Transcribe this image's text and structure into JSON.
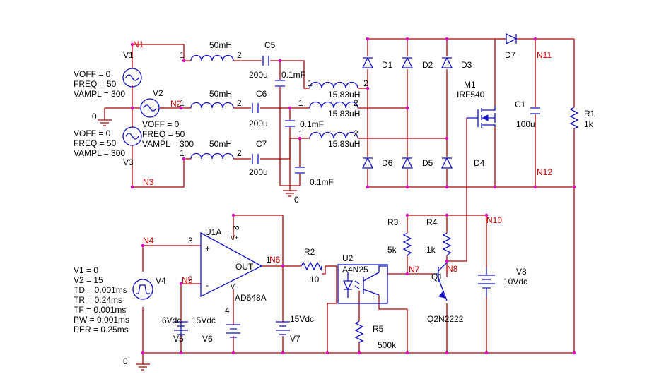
{
  "schematic": {
    "nets": {
      "n1": "N1",
      "n2": "N2",
      "n3": "N3",
      "n4": "N4",
      "n5": "N5",
      "n6": "N6",
      "n7": "N7",
      "n8": "N8",
      "n10": "N10",
      "n11": "N11",
      "n12": "N12"
    },
    "ground": {
      "top": "0",
      "top_right": "0",
      "bottom": "0"
    },
    "sources": {
      "v1": {
        "ref": "V1",
        "voff": "VOFF = 0",
        "freq": "FREQ = 50",
        "vampl": "VAMPL = 300"
      },
      "v2": {
        "ref": "V2",
        "voff": "VOFF = 0",
        "freq": "FREQ = 50",
        "vampl": "VAMPL = 300"
      },
      "v3": {
        "ref": "V3",
        "voff": "VOFF = 0",
        "freq": "FREQ = 50",
        "vampl": "VAMPL = 300"
      },
      "v4": {
        "ref": "V4",
        "p1": "V1 = 0",
        "p2": "V2 = 15",
        "td": "TD = 0.001ms",
        "tr": "TR = 0.24ms",
        "tf": "TF = 0.001ms",
        "pw": "PW = 0.001ms",
        "per": "PER = 0.25ms"
      },
      "v5": {
        "ref": "V5",
        "value": "6Vdc"
      },
      "v6": {
        "ref": "V6",
        "value": "15Vdc"
      },
      "v7": {
        "ref": "V7",
        "value": "15Vdc"
      },
      "v8": {
        "ref": "V8",
        "value": "10Vdc"
      }
    },
    "inductors": {
      "l1": "50mH",
      "l2": "50mH",
      "l3": "50mH",
      "l4": "15.83uH",
      "l5": "15.83uH",
      "l6": "15.83uH"
    },
    "capacitors": {
      "c5": {
        "ref": "C5",
        "value": "200u"
      },
      "c6": {
        "ref": "C6",
        "value": "200u"
      },
      "c7": {
        "ref": "C7",
        "value": "200u"
      },
      "cf1": "0.1mF",
      "cf2": "0.1mF",
      "cf3": "0.1mF",
      "c1": {
        "ref": "C1",
        "value": "100u"
      }
    },
    "diodes": {
      "d1": "D1",
      "d2": "D2",
      "d3": "D3",
      "d4": "D4",
      "d5": "D5",
      "d6": "D6",
      "d7": "D7"
    },
    "pins": {
      "one": "1",
      "two": "2",
      "three": "3",
      "four": "4",
      "eight": "8"
    },
    "mosfet": {
      "ref": "M1",
      "part": "IRF540"
    },
    "resistors": {
      "r1": {
        "ref": "R1",
        "value": "1k"
      },
      "r2": {
        "ref": "R2",
        "value": "10"
      },
      "r3": {
        "ref": "R3",
        "value": "5k"
      },
      "r4": {
        "ref": "R4",
        "value": "1k"
      },
      "r5": {
        "ref": "R5",
        "value": "500k"
      }
    },
    "opamp": {
      "ref": "U1A",
      "part": "AD648A",
      "out": "OUT",
      "plus": "+",
      "minus": "-",
      "vplus": "V+",
      "vminus": "V-"
    },
    "opto": {
      "ref": "U2",
      "part": "A4N25"
    },
    "bjt": {
      "ref": "Q1",
      "part": "Q2N2222"
    }
  }
}
